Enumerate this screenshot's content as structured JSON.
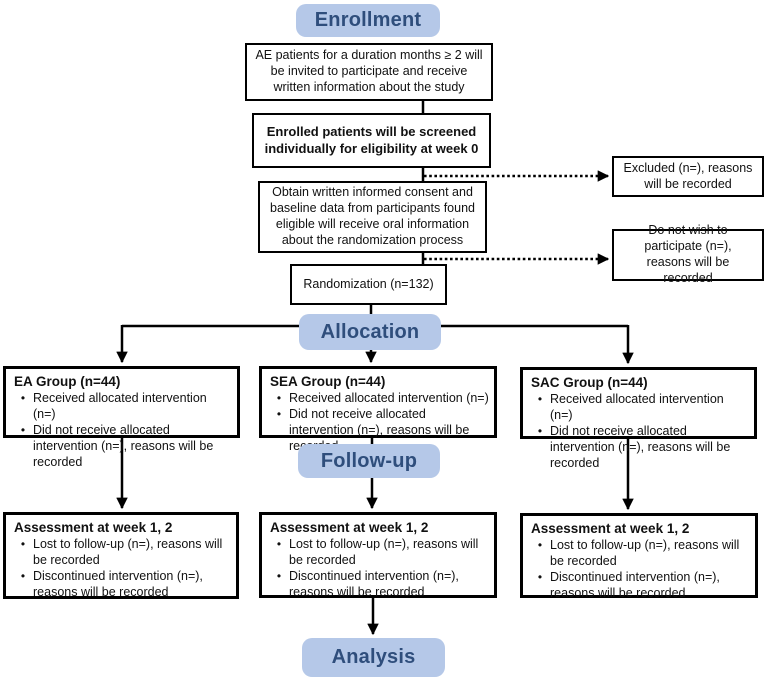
{
  "bullet_glyph": "•",
  "stages": {
    "enrollment": "Enrollment",
    "allocation": "Allocation",
    "followup": "Follow-up",
    "analysis": "Analysis"
  },
  "boxes": {
    "invite": "AE patients for a duration months ≥ 2 will be invited to participate and receive written information about the study",
    "screening": "Enrolled patients will be screened individually for eligibility at week 0",
    "excluded": "Excluded (n=), reasons will be recorded",
    "consent": "Obtain written informed consent and baseline data from participants found eligible will receive oral information about the randomization process",
    "decline": "Do not wish to participate (n=), reasons will be recorded",
    "randomization": "Randomization (n=132)"
  },
  "groups": [
    {
      "title": "EA Group (n=44)",
      "bullets": [
        "Received allocated intervention (n=)",
        "Did not receive allocated intervention (n=), reasons will be recorded"
      ]
    },
    {
      "title": "SEA Group (n=44)",
      "bullets": [
        "Received allocated intervention (n=)",
        "Did not receive allocated intervention (n=), reasons will be recorded"
      ]
    },
    {
      "title": "SAC Group (n=44)",
      "bullets": [
        "Received allocated intervention (n=)",
        "Did not receive allocated intervention (n=), reasons will be recorded"
      ]
    }
  ],
  "assessments": [
    {
      "title": "Assessment at week 1, 2",
      "bullets": [
        "Lost to follow-up (n=), reasons will be recorded",
        "Discontinued intervention (n=), reasons will be recorded"
      ]
    },
    {
      "title": "Assessment at week 1, 2",
      "bullets": [
        "Lost to follow-up (n=), reasons will be recorded",
        "Discontinued intervention (n=), reasons will be recorded"
      ]
    },
    {
      "title": "Assessment at week 1, 2",
      "bullets": [
        "Lost to follow-up (n=), reasons will be recorded",
        "Discontinued intervention (n=), reasons will be recorded"
      ]
    }
  ],
  "colors": {
    "stage_fill": "#b5c8e8",
    "stage_text": "#2f4e7c",
    "box_border": "#000000",
    "connector": "#000000",
    "background": "#ffffff"
  }
}
